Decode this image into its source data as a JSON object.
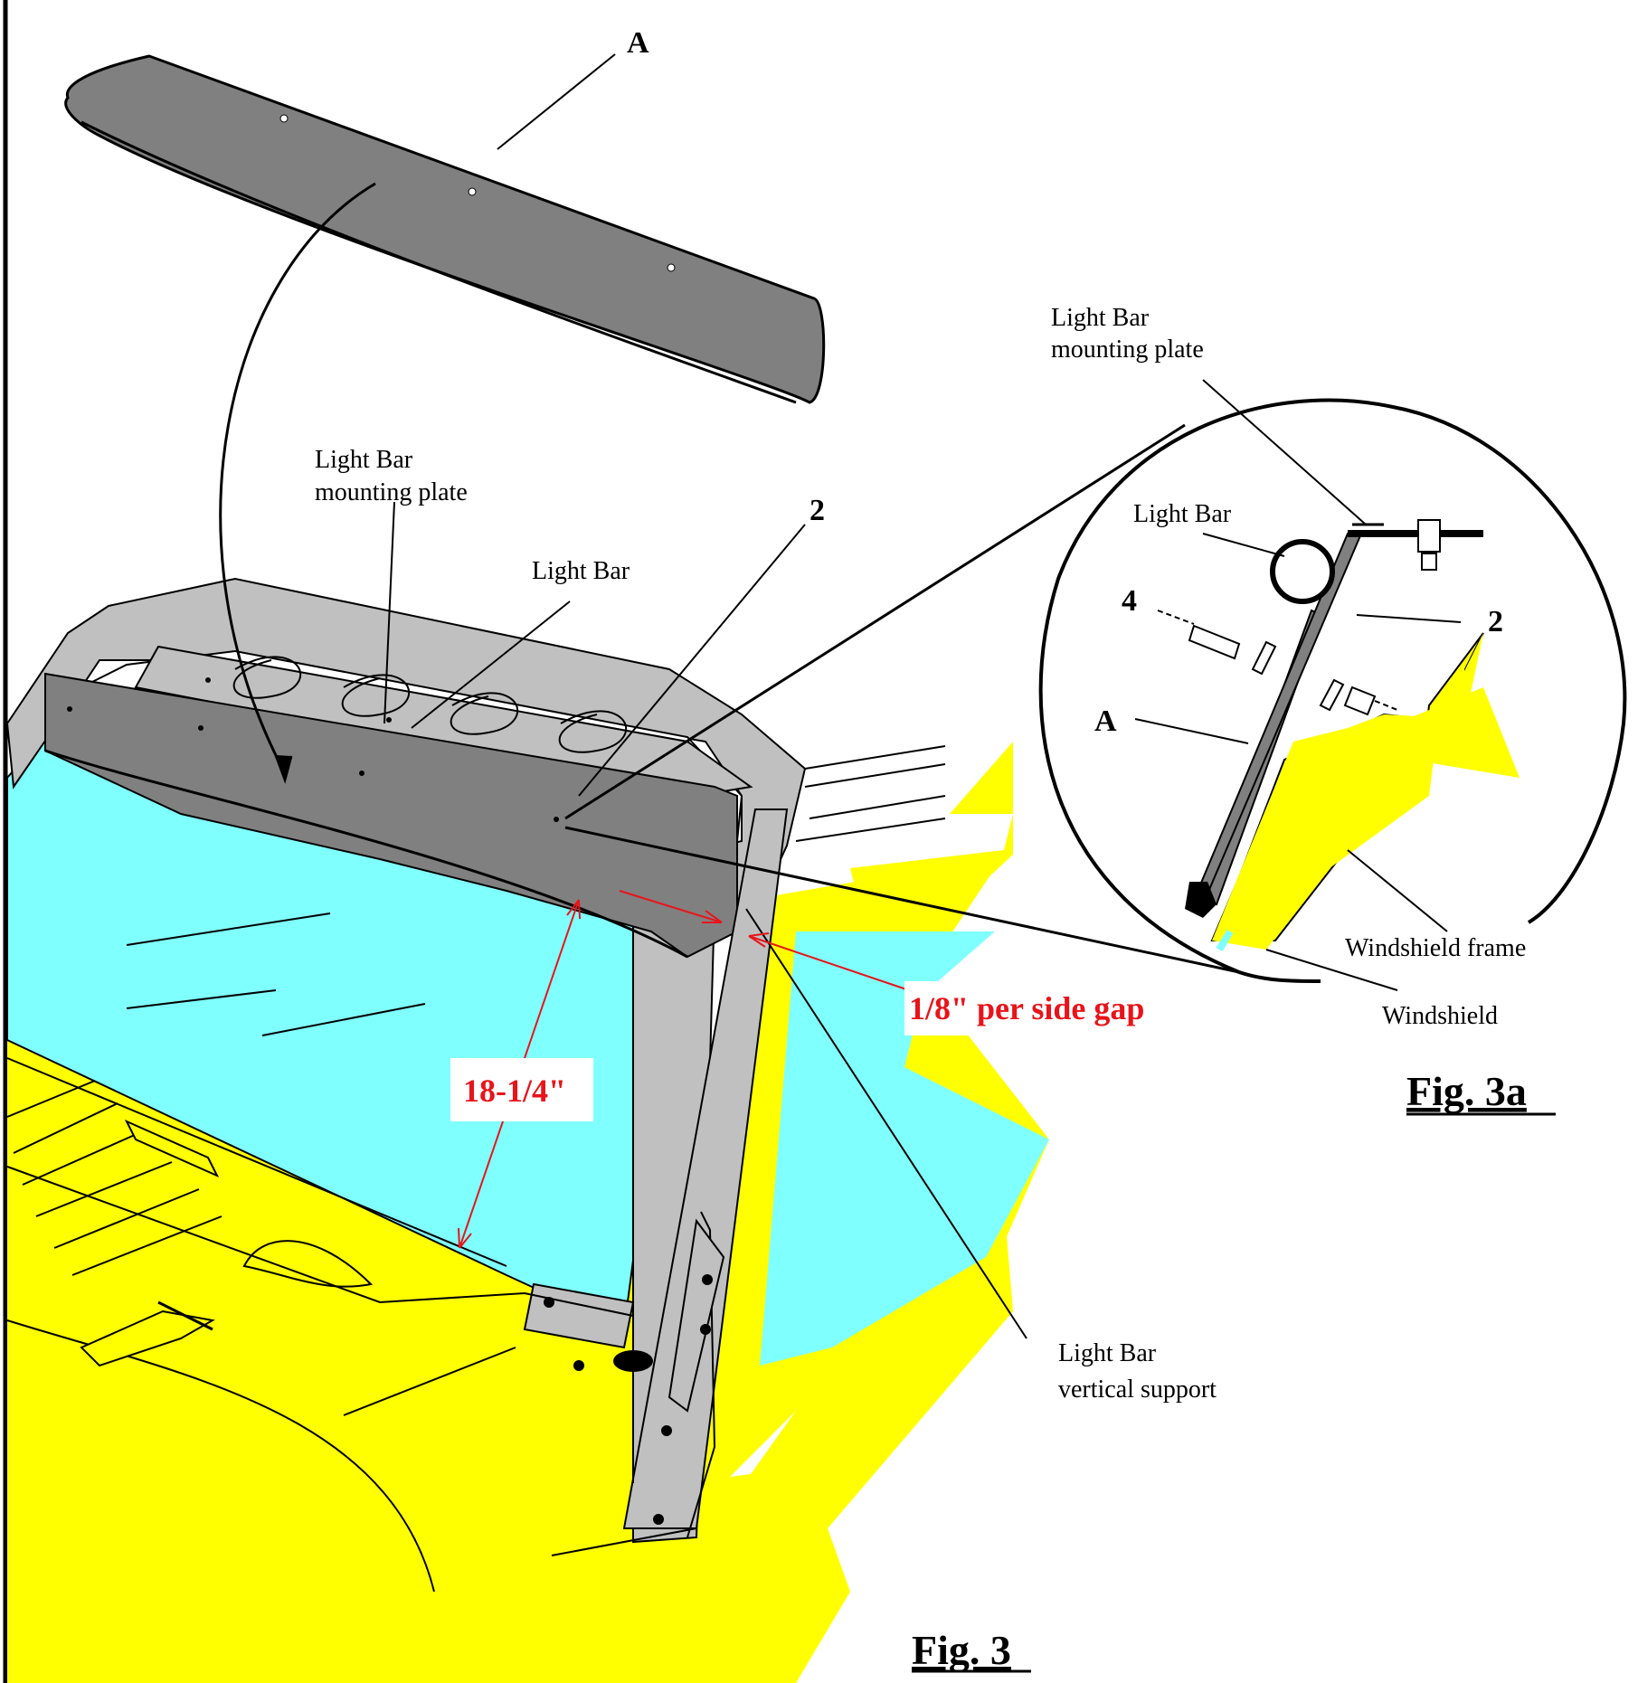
{
  "labels": {
    "part_a_top": "A",
    "mounting_plate_main_1": "Light Bar",
    "mounting_plate_main_2": "mounting plate",
    "light_bar_main": "Light Bar",
    "part_2_main": "2",
    "dim_height": "18-1/4\"",
    "dim_gap": "1/8\" per side gap",
    "vertical_support_1": "Light Bar",
    "vertical_support_2": "vertical support",
    "fig3": "Fig. 3",
    "detail_mounting_plate_1": "Light Bar",
    "detail_mounting_plate_2": "mounting plate",
    "detail_light_bar": "Light Bar",
    "detail_part_4": "4",
    "detail_part_2": "2",
    "detail_part_a": "A",
    "detail_windshield_frame": "Windshield frame",
    "detail_windshield": "Windshield",
    "fig3a": "Fig. 3a"
  },
  "colors": {
    "body": "#ffff00",
    "glass": "#80ffff",
    "plate": "#808080",
    "bar": "#c0c0c0",
    "dimension": "#e8141a"
  }
}
